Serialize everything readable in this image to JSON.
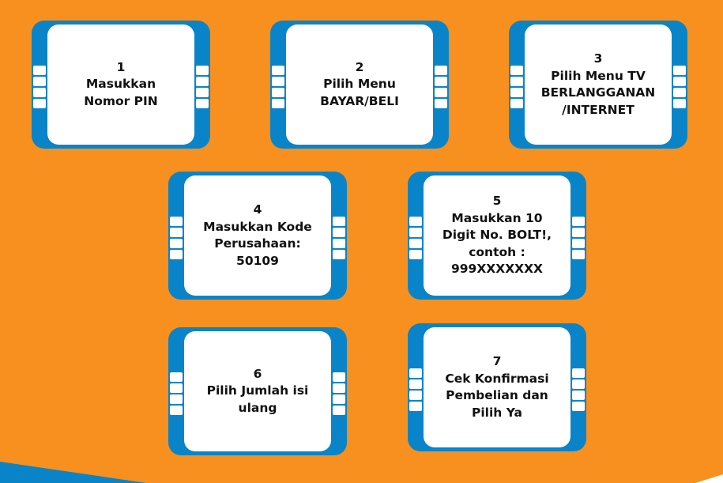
{
  "colors": {
    "background": "#f7901e",
    "atm_frame": "#0a84c9",
    "screen": "#ffffff",
    "text": "#111111"
  },
  "steps": [
    {
      "number": "1",
      "lines": [
        "Masukkan",
        "Nomor PIN"
      ]
    },
    {
      "number": "2",
      "lines": [
        "Pilih Menu",
        "BAYAR/BELI"
      ]
    },
    {
      "number": "3",
      "lines": [
        "Pilih Menu TV",
        "BERLANGGANAN",
        "/INTERNET"
      ]
    },
    {
      "number": "4",
      "lines": [
        "Masukkan Kode",
        "Perusahaan:",
        "50109"
      ]
    },
    {
      "number": "5",
      "lines": [
        "Masukkan 10",
        "Digit No. BOLT!,",
        "contoh :",
        "999XXXXXXX"
      ]
    },
    {
      "number": "6",
      "lines": [
        "Pilih Jumlah isi",
        "ulang"
      ]
    },
    {
      "number": "7",
      "lines": [
        "Cek Konfirmasi",
        "Pembelian dan",
        "Pilih Ya"
      ]
    }
  ]
}
